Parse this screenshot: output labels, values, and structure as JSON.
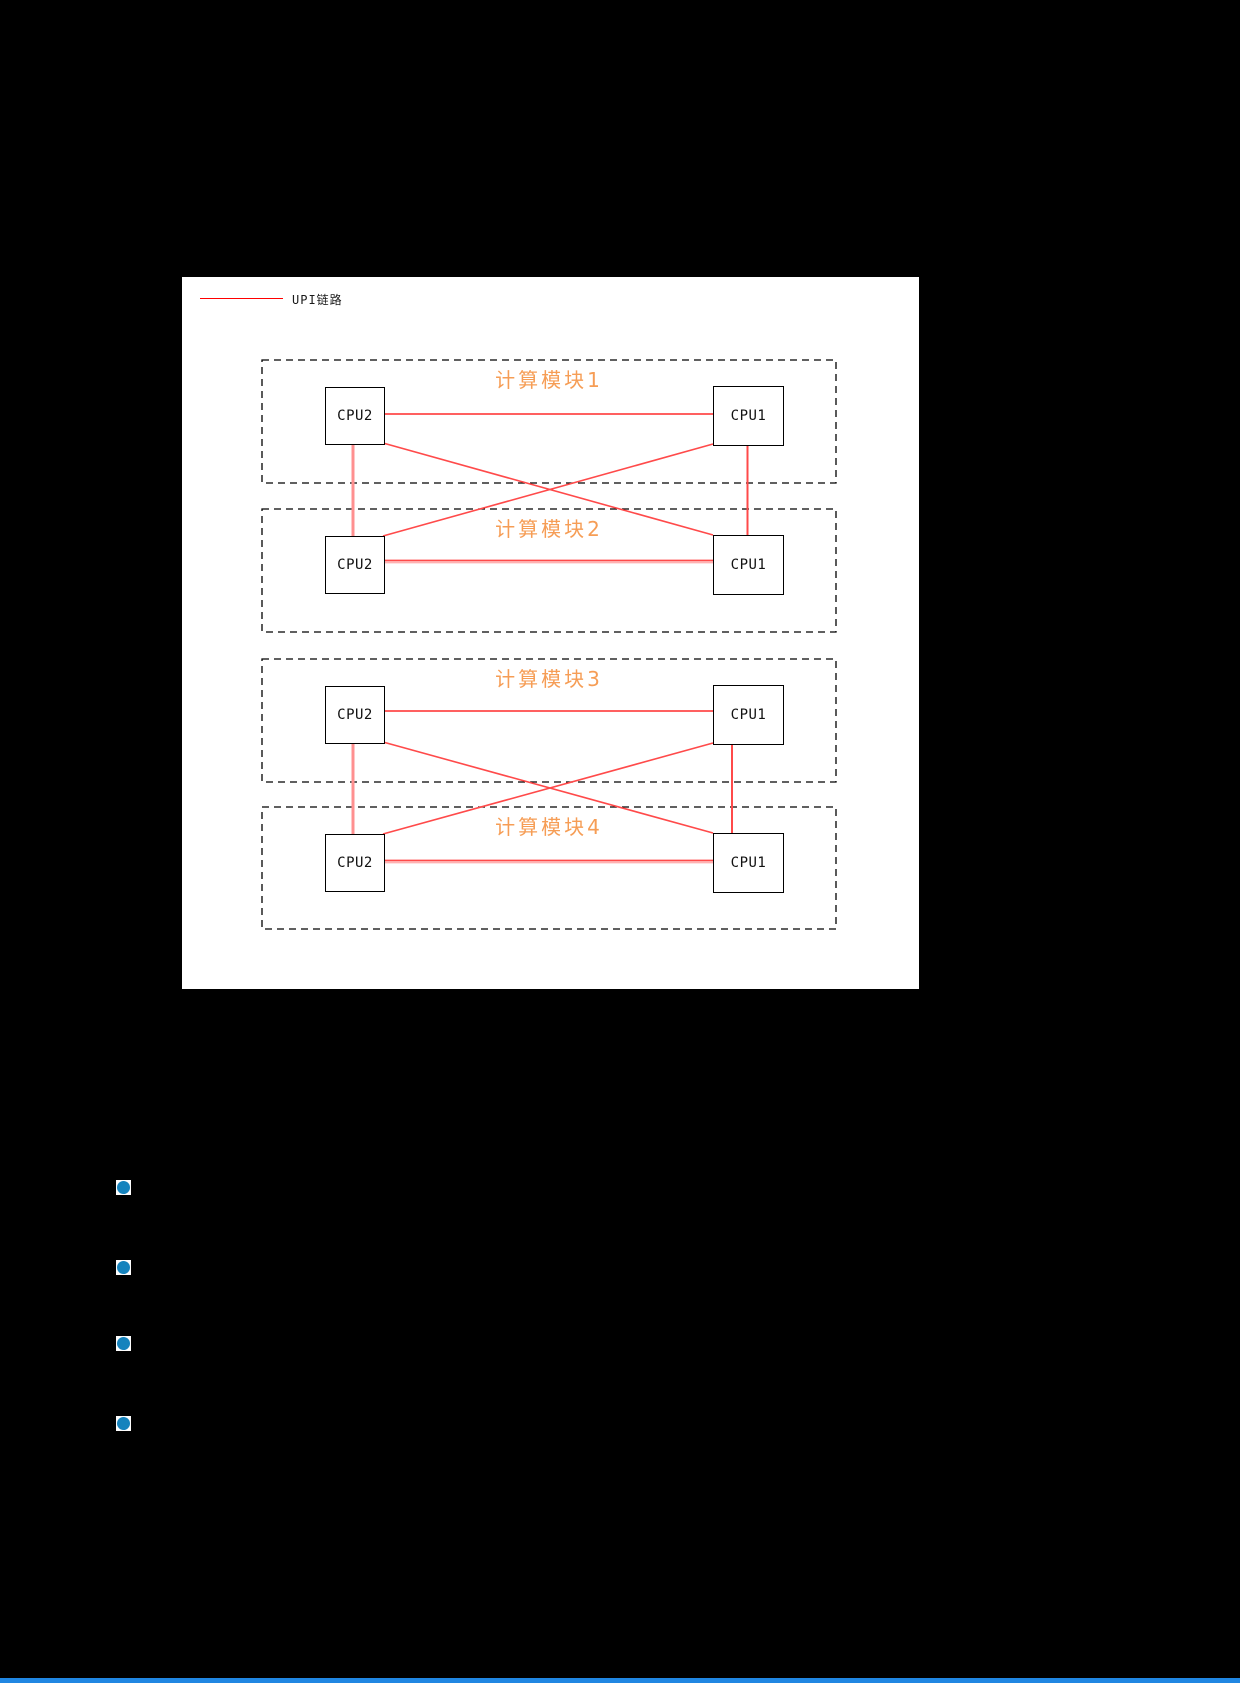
{
  "page": {
    "background_color": "#000000",
    "bottom_bar_color": "#2087e2"
  },
  "figure": {
    "legend": {
      "label": "UPI链路",
      "line_color": "#ff0000"
    },
    "modules": [
      {
        "title": "计算模块1",
        "cpu_left": "CPU2",
        "cpu_right": "CPU1"
      },
      {
        "title": "计算模块2",
        "cpu_left": "CPU2",
        "cpu_right": "CPU1"
      },
      {
        "title": "计算模块3",
        "cpu_left": "CPU2",
        "cpu_right": "CPU1"
      },
      {
        "title": "计算模块4",
        "cpu_left": "CPU2",
        "cpu_right": "CPU1"
      }
    ],
    "colors": {
      "link_red": "#ff4a4a",
      "link_salmon": "#ff9090",
      "link_pink": "#ffb2b2",
      "module_title_orange": "#f69d55",
      "dashed_border": "#000000"
    },
    "connections": [
      {
        "from": "计算模块1.CPU2",
        "to": "计算模块1.CPU1",
        "type": "UPI"
      },
      {
        "from": "计算模块2.CPU2",
        "to": "计算模块2.CPU1",
        "type": "UPI"
      },
      {
        "from": "计算模块1.CPU2",
        "to": "计算模块2.CPU2",
        "type": "UPI"
      },
      {
        "from": "计算模块1.CPU1",
        "to": "计算模块2.CPU1",
        "type": "UPI"
      },
      {
        "from": "计算模块1.CPU2",
        "to": "计算模块2.CPU1",
        "type": "UPI"
      },
      {
        "from": "计算模块1.CPU1",
        "to": "计算模块2.CPU2",
        "type": "UPI"
      },
      {
        "from": "计算模块3.CPU2",
        "to": "计算模块3.CPU1",
        "type": "UPI"
      },
      {
        "from": "计算模块4.CPU2",
        "to": "计算模块4.CPU1",
        "type": "UPI"
      },
      {
        "from": "计算模块3.CPU2",
        "to": "计算模块4.CPU2",
        "type": "UPI"
      },
      {
        "from": "计算模块3.CPU1",
        "to": "计算模块4.CPU1",
        "type": "UPI"
      },
      {
        "from": "计算模块3.CPU2",
        "to": "计算模块4.CPU1",
        "type": "UPI"
      },
      {
        "from": "计算模块3.CPU1",
        "to": "计算模块4.CPU2",
        "type": "UPI"
      }
    ]
  },
  "sidebar_bullets": {
    "icon": "blue-dot-bullet",
    "count": 4,
    "color": "#1583bd"
  }
}
